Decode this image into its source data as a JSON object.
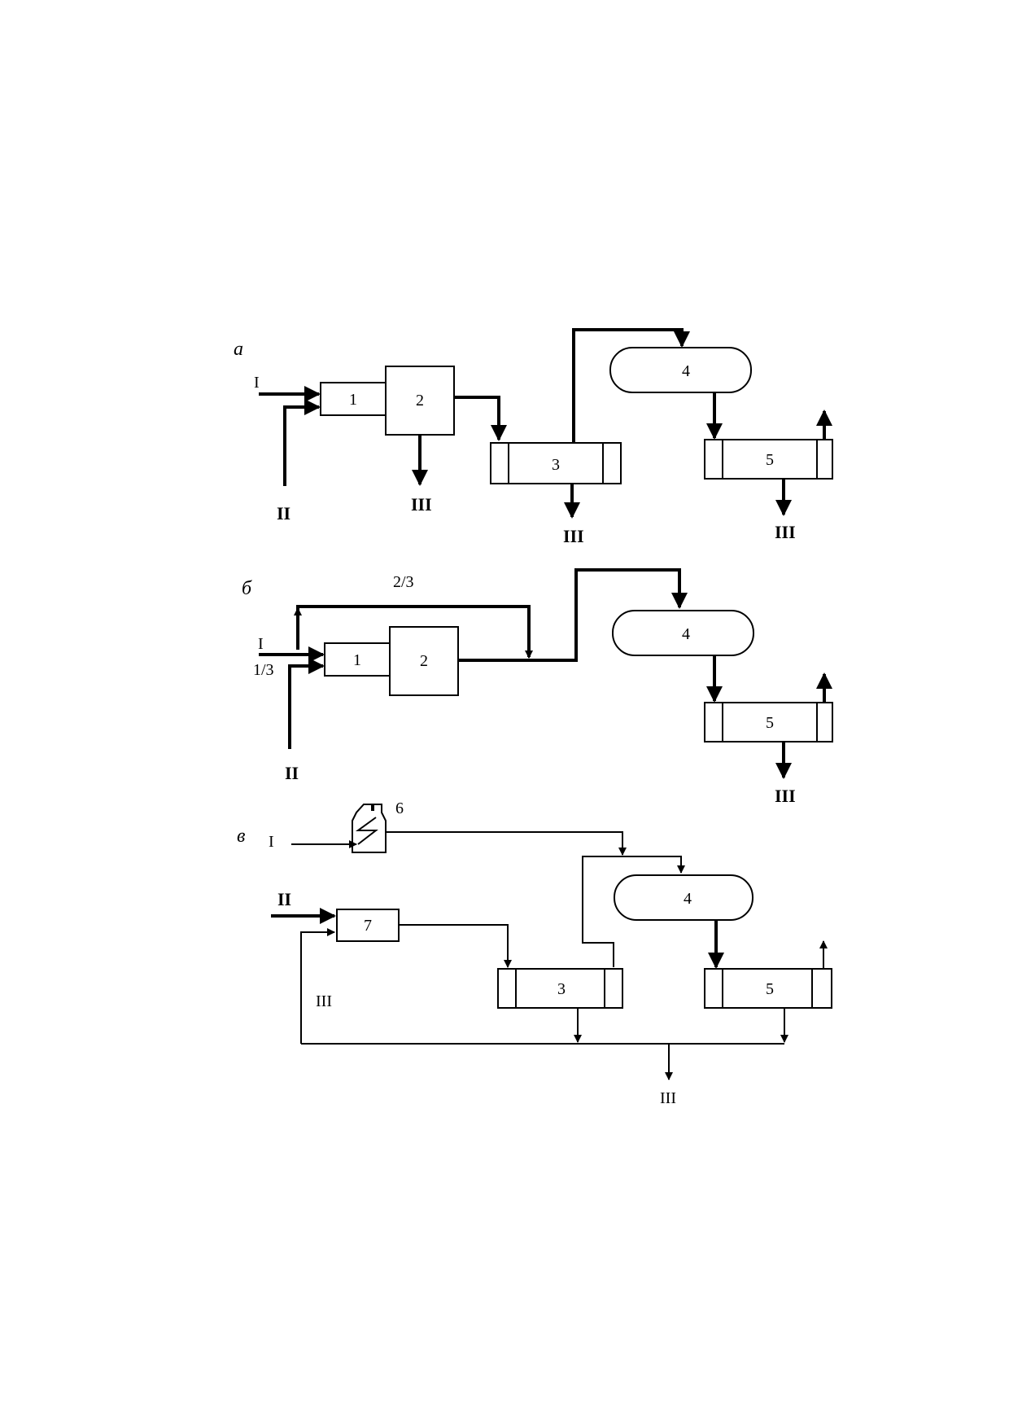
{
  "panels": {
    "a": {
      "letter": "а",
      "stream_I": "I",
      "stream_II": "II",
      "units": {
        "u1": "1",
        "u2": "2",
        "u3": "3",
        "u4": "4",
        "u5": "5"
      },
      "outlets": {
        "from2": "III",
        "from3": "III",
        "from5": "III"
      }
    },
    "b": {
      "letter": "б",
      "split_top": "2/3",
      "stream_I": "I",
      "split_bottom": "1/3",
      "stream_II": "II",
      "units": {
        "u1": "1",
        "u2": "2",
        "u4": "4",
        "u5": "5"
      },
      "outlets": {
        "from5": "III"
      }
    },
    "c": {
      "letter": "в",
      "stream_I": "I",
      "stream_II": "II",
      "recycle": "III",
      "units": {
        "u6": "6",
        "u7": "7",
        "u3": "3",
        "u4": "4",
        "u5": "5"
      },
      "outlets": {
        "main": "III"
      }
    }
  }
}
